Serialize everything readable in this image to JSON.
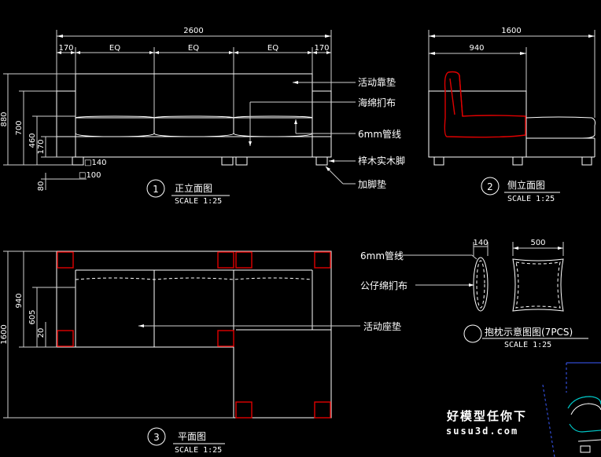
{
  "front_view": {
    "dims_top": {
      "total": "2600",
      "left": "170",
      "eq1": "EQ",
      "eq2": "EQ",
      "eq3": "EQ",
      "right": "170"
    },
    "dims_left": {
      "d880": "880",
      "d700": "700",
      "d460": "460",
      "d170": "170",
      "d80": "80"
    },
    "leg_labels": {
      "l140": "□140",
      "l100": "□100"
    },
    "callouts": [
      "活动靠垫",
      "海绵扪布",
      "6mm管线",
      "梓木实木脚",
      "加脚垫"
    ],
    "title_num": "1",
    "title": "正立面图",
    "scale": "SCALE 1:25"
  },
  "side_view": {
    "dims_top": {
      "total": "1600",
      "sub": "940"
    },
    "title_num": "2",
    "title": "侧立面图",
    "scale": "SCALE 1:25"
  },
  "plan_view": {
    "dims_left": {
      "d1600": "1600",
      "d940": "940",
      "d605": "605",
      "d20": "20"
    },
    "callout": "活动座垫",
    "title_num": "3",
    "title": "平面图",
    "scale": "SCALE 1:25"
  },
  "pillow": {
    "dims": {
      "d140": "140",
      "d500": "500"
    },
    "callouts": [
      "6mm管线",
      "公仔绵扪布"
    ],
    "title": "抱枕示意图图(7PCS)",
    "scale": "SCALE 1:25"
  },
  "watermark": {
    "line1": "好模型任你下",
    "line2": "susu3d.com"
  }
}
